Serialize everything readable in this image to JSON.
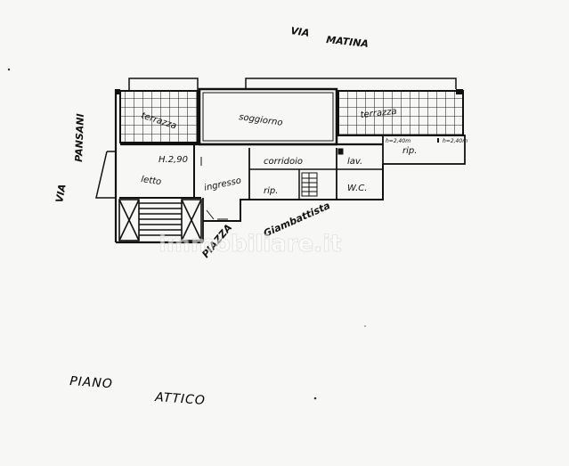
{
  "streets": {
    "top": [
      "VIA",
      "MATINA"
    ],
    "left": [
      "VIA",
      "PANSANI"
    ],
    "bottom_left": "PIAZZA",
    "bottom_right": "Giambattista"
  },
  "rooms": {
    "terrazza_left": "terrazza",
    "soggiorno": "soggiorno",
    "terrazza_right": "terrazza",
    "rip_right": "rip.",
    "h_left": "h=2,40m",
    "h_right": "h=2,40m",
    "letto": "letto",
    "letto_height": "H.2,90",
    "ingresso": "ingresso",
    "corridoio": "corridoio",
    "lav": "lav.",
    "rip_small": "rip.",
    "wc": "W.C."
  },
  "caption": {
    "line1": "PIANO",
    "line2": "ATTICO"
  },
  "watermark": "immobiliare.it"
}
